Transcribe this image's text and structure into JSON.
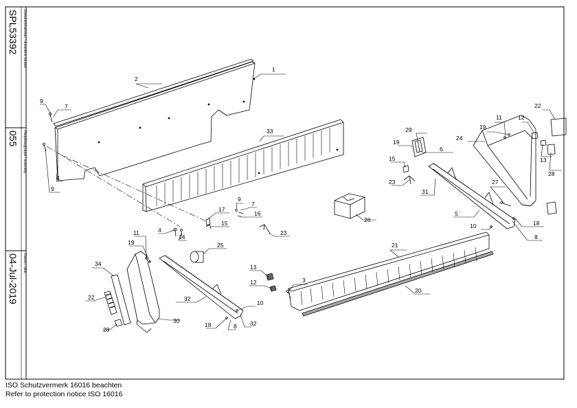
{
  "title_block": {
    "doc_label": "Dokumentnummer / document number",
    "doc_value": "SPL53392",
    "assembly_label": "Hauptbaugruppe / assembly",
    "assembly_value": "055",
    "date_label": "Datum / date",
    "date_value": "04-Jul-2019"
  },
  "footer": {
    "line1": "ISO Schutzvermerk 16016 beachten",
    "line2": "Refer to protection notice ISO 16016"
  },
  "callouts": {
    "c1": "1",
    "c2": "2",
    "c33": "33",
    "c9a": "9",
    "c7a": "7",
    "c4a": "4",
    "c9b": "9",
    "c4b": "4",
    "c14": "14",
    "c17": "17",
    "c15a": "15",
    "c9c": "9",
    "c7b": "7",
    "c16": "16",
    "c23a": "23",
    "c29": "29",
    "c19a": "19",
    "c6": "6",
    "c15b": "15",
    "c23b": "23",
    "c26": "26",
    "c11a": "11",
    "c12a": "12",
    "c22a": "22",
    "c19b": "19",
    "c24": "24",
    "c13a": "13",
    "c28a": "28",
    "c27": "27",
    "c31": "31",
    "c5": "5",
    "c10a": "10",
    "c18a": "18",
    "c8a": "8",
    "c11b": "11",
    "c19c": "19",
    "c25": "25",
    "c34": "34",
    "c22b": "22",
    "c32a": "32",
    "c10b": "10",
    "c18b": "18",
    "c8b": "8",
    "c32b": "32",
    "c28b": "28",
    "c30": "30",
    "c13b": "13",
    "c12b": "12",
    "c3": "3",
    "c21": "21",
    "c20": "20"
  }
}
